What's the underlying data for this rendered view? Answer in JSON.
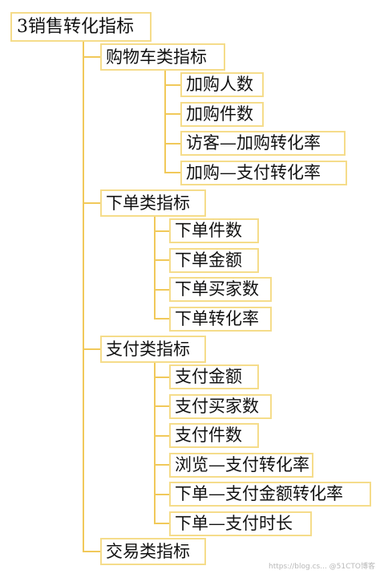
{
  "root": {
    "label": "3销售转化指标"
  },
  "categories": [
    {
      "label": "购物车类指标",
      "items": [
        "加购人数",
        "加购件数",
        "访客—加购转化率",
        "加购—支付转化率"
      ]
    },
    {
      "label": "下单类指标",
      "items": [
        "下单件数",
        "下单金额",
        "下单买家数",
        "下单转化率"
      ]
    },
    {
      "label": "支付类指标",
      "items": [
        "支付金额",
        "支付买家数",
        "支付件数",
        "浏览—支付转化率",
        "下单—支付金额转化率",
        "下单—支付时长"
      ]
    },
    {
      "label": "交易类指标",
      "items": []
    }
  ],
  "watermark": "https://blog.cs... @51CTO博客",
  "colors": {
    "node_border": "#f5dc8a",
    "connector": "#f1c95a",
    "text": "#111111"
  }
}
